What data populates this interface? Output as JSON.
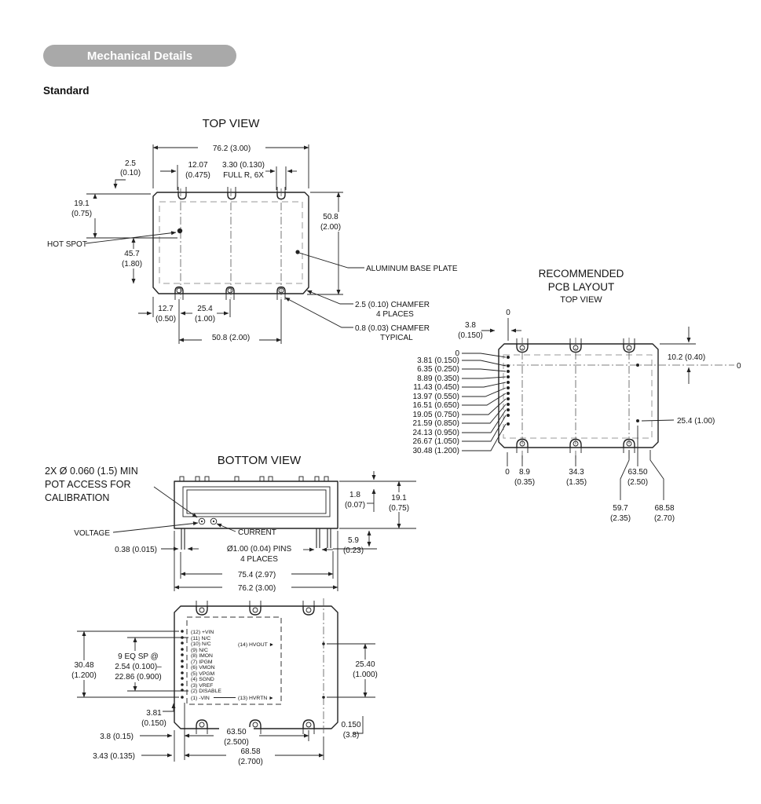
{
  "header": {
    "pill": "Mechanical Details",
    "subtitle": "Standard"
  },
  "zero": "0",
  "top_view": {
    "title": "TOP VIEW",
    "dim_width": "76.2 (3.00)",
    "dim_corner": [
      "2.5",
      "(0.10)"
    ],
    "dim_notch_offset": [
      "12.07",
      "(0.475)"
    ],
    "dim_notch_r": [
      "3.30 (0.130)",
      "FULL R, 6X"
    ],
    "dim_height_top": [
      "19.1",
      "(0.75)"
    ],
    "dim_height_full": [
      "50.8",
      "(2.00)"
    ],
    "hot_spot": "HOT SPOT",
    "dim_hotspot": [
      "45.7",
      "(1.80)"
    ],
    "dim_b1": [
      "12.7",
      "(0.50)"
    ],
    "dim_b2": [
      "25.4",
      "(1.00)"
    ],
    "dim_b3": "50.8 (2.00)",
    "base_plate": "ALUMINUM BASE PLATE",
    "chamfer_a": [
      "2.5 (0.10) CHAMFER",
      "4 PLACES"
    ],
    "chamfer_b": [
      "0.8 (0.03) CHAMFER",
      "TYPICAL"
    ]
  },
  "pcb_layout": {
    "title": [
      "RECOMMENDED",
      "PCB LAYOUT"
    ],
    "subtitle": "TOP VIEW",
    "dim_top": [
      "3.8",
      "(0.150)"
    ],
    "dim_right_top": "10.2 (0.40)",
    "dim_right_mid": "25.4 (1.00)",
    "rows": [
      "3.81 (0.150)",
      "6.35 (0.250)",
      "8.89 (0.350)",
      "11.43 (0.450)",
      "13.97 (0.550)",
      "16.51 (0.650)",
      "19.05 (0.750)",
      "21.59 (0.850)",
      "24.13 (0.950)",
      "26.67 (1.050)",
      "30.48 (1.200)"
    ],
    "cols": [
      [
        "8.9",
        "(0.35)"
      ],
      [
        "34.3",
        "(1.35)"
      ],
      [
        "63.50",
        "(2.50)"
      ]
    ],
    "cols2": [
      [
        "59.7",
        "(2.35)"
      ],
      [
        "68.58",
        "(2.70)"
      ]
    ]
  },
  "bottom_view": {
    "title": "BOTTOM VIEW",
    "pot_access": [
      "2X Ø 0.060 (1.5) MIN",
      "POT ACCESS FOR",
      "CALIBRATION"
    ],
    "voltage": "VOLTAGE",
    "current": "CURRENT",
    "dim_pin_offset": "0.38 (0.015)",
    "pins_note": [
      "Ø1.00 (0.04) PINS",
      "4 PLACES"
    ],
    "dim_lip": [
      "1.8",
      "(0.07)"
    ],
    "dim_h": [
      "19.1",
      "(0.75)"
    ],
    "dim_lead": [
      "5.9",
      "(0.23)"
    ],
    "dim_w1": "75.4 (2.97)",
    "dim_w2": "76.2 (3.00)",
    "dim_pin_span": [
      "30.48",
      "(1.200)"
    ],
    "dim_eqsp": [
      "9 EQ SP @",
      "2.54 (0.100)–",
      "22.86 (0.900)"
    ],
    "dim_381": [
      "3.81",
      "(0.150)"
    ],
    "dim_38": "3.8 (0.15)",
    "dim_343": "3.43 (0.135)",
    "dim_6350": [
      "63.50",
      "(2.500)"
    ],
    "dim_6858": [
      "68.58",
      "(2.700)"
    ],
    "dim_0150": [
      "0.150",
      "(3.8)"
    ],
    "dim_2540": [
      "25.40",
      "(1.000)"
    ],
    "pins_left": [
      "(12)  +VIN",
      "(11)  N/C",
      "(10)  N/C",
      "(9)  N/C",
      "(8)  IMON",
      "(7)  IPGM",
      "(6)  VMON",
      "(5)  VPGM",
      "(4)  SGND",
      "(3)  VREF",
      "(2)  DISABLE",
      "(1)  -VIN"
    ],
    "pins_right": [
      "(14)  HVOUT  ►",
      "(13)  HVRTN  ►"
    ]
  }
}
